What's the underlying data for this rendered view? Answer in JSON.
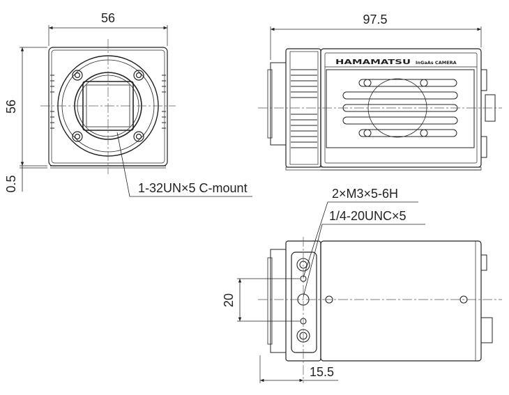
{
  "dimensions": {
    "front_width": "56",
    "front_height": "56",
    "front_offset": "0.5",
    "side_length": "97.5",
    "bottom_hole_spacing": "20",
    "bottom_offset": "15.5"
  },
  "callouts": {
    "lens_mount": "1-32UN×5 C-mount",
    "m3_threads": "2×M3×5-6H",
    "tripod_thread": "1/4-20UNC×5"
  },
  "branding": {
    "maker": "HAMAMATSU",
    "product": "InGaAs CAMERA"
  },
  "colors": {
    "line": "#222222",
    "centerline": "#555555"
  }
}
